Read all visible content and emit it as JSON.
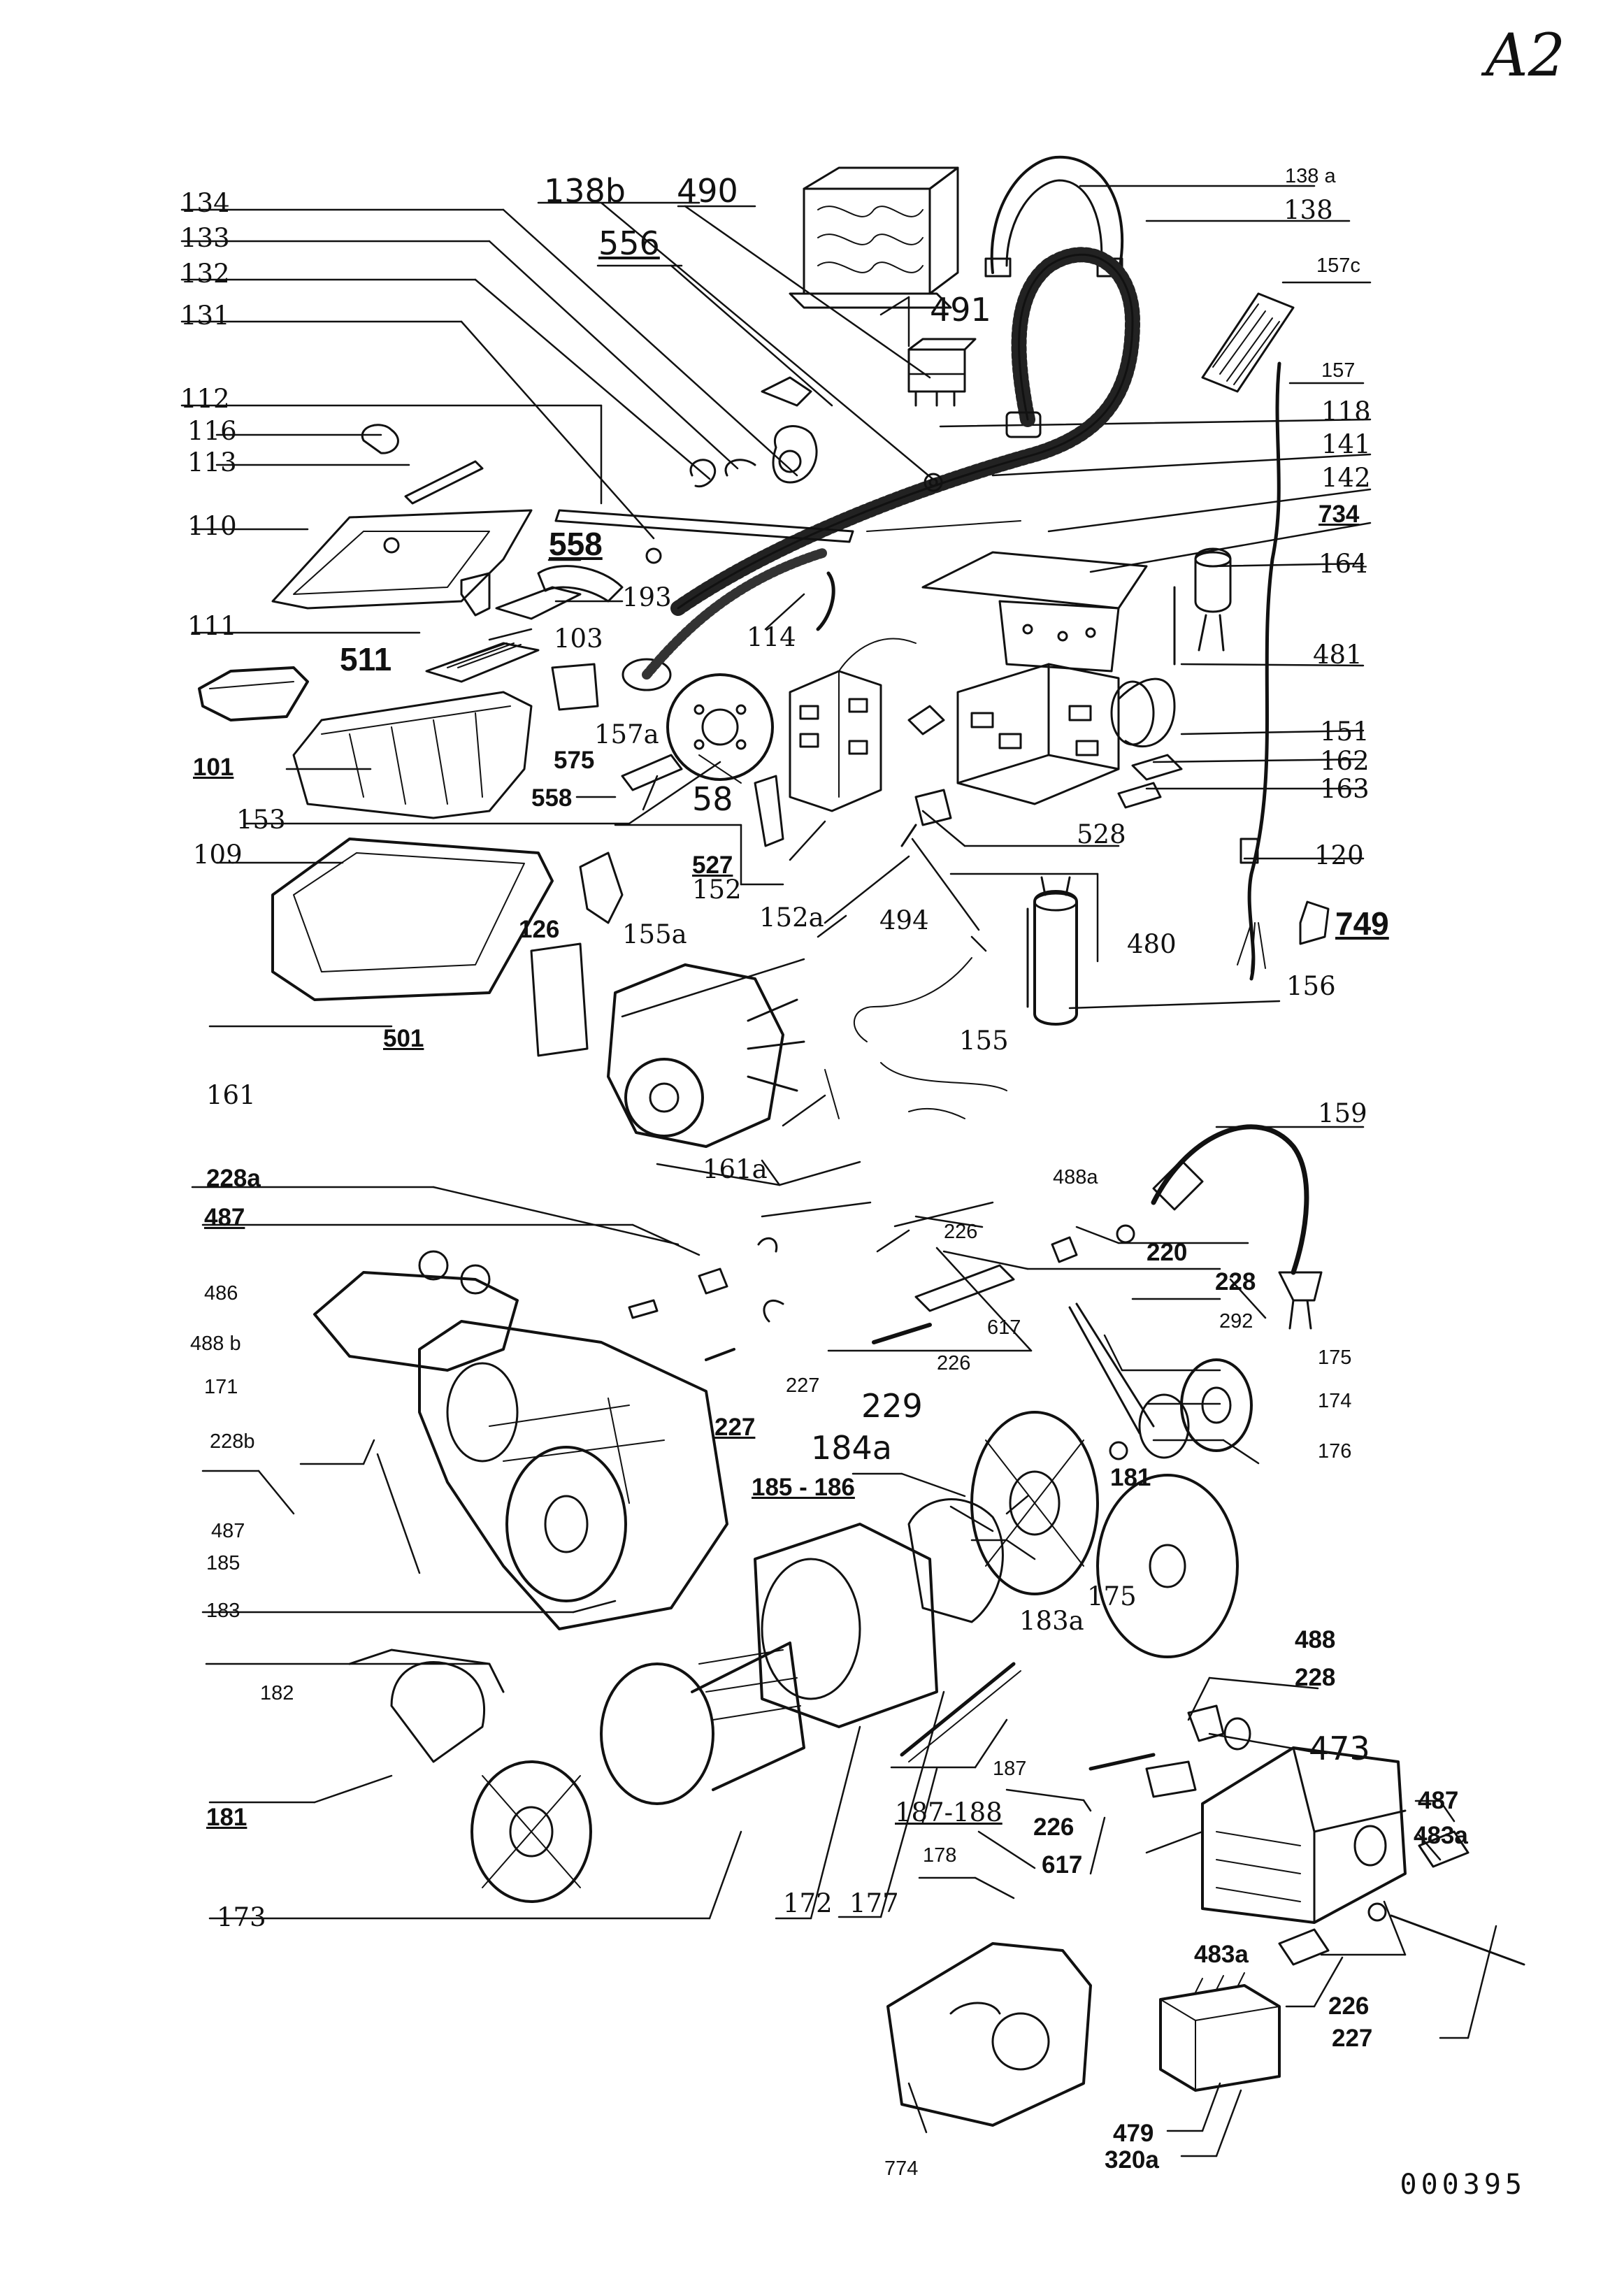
{
  "page_mark": "A2",
  "sheet_code": "000395",
  "parts": {
    "p138a": "138 a",
    "p138": "138",
    "p157c": "157c",
    "p157": "157",
    "p118": "118",
    "p141": "141",
    "p142": "142",
    "p734": "734",
    "p164": "164",
    "p481": "481",
    "p151": "151",
    "p162": "162",
    "p163": "163",
    "p528": "528",
    "p120": "120",
    "p749": "749",
    "p480": "480",
    "p156": "156",
    "p159": "159",
    "p134": "134",
    "p138b": "138b",
    "p490": "490",
    "p133": "133",
    "p556": "556",
    "p132": "132",
    "p131": "131",
    "p491": "491",
    "p112": "112",
    "p116": "116",
    "p113": "113",
    "p110": "110",
    "p558a": "558",
    "p193": "193",
    "p111": "111",
    "p103": "103",
    "p114": "114",
    "p511": "511",
    "p157a": "157a",
    "p101": "101",
    "p575": "575",
    "p153": "153",
    "p558b": "558",
    "p58": "58",
    "p109": "109",
    "p527": "527",
    "p152": "152",
    "p152a": "152a",
    "p494": "494",
    "p155a": "155a",
    "p126": "126",
    "p501": "501",
    "p155": "155",
    "p161": "161",
    "p161a": "161a",
    "p228a": "228a",
    "p488a": "488a",
    "p487a": "487",
    "p226a": "226",
    "p220": "220",
    "p228x": "228",
    "p486": "486",
    "p292": "292",
    "p617a": "617",
    "p488b": "488 b",
    "p226b": "226",
    "p175a": "175",
    "p227a": "227",
    "p171": "171",
    "p227b": "227",
    "p229": "229",
    "p174": "174",
    "p228b": "228b",
    "p184a": "184a",
    "p176": "176",
    "p181a": "181",
    "p487b": "487",
    "p185186": "185 - 186",
    "p185": "185",
    "p183a": "183a",
    "p175b": "175",
    "p183": "183",
    "p488": "488",
    "p228": "228",
    "p182": "182",
    "p473": "473",
    "p187": "187",
    "p187188": "187-188",
    "p181b": "181",
    "p226c": "226",
    "p487c": "487",
    "p483a1": "483a",
    "p617b": "617",
    "p178": "178",
    "p173": "173",
    "p172": "172",
    "p177": "177",
    "p483a2": "483a",
    "p226d": "226",
    "p227c": "227",
    "p774": "774",
    "p479": "479",
    "p320a": "320a"
  }
}
